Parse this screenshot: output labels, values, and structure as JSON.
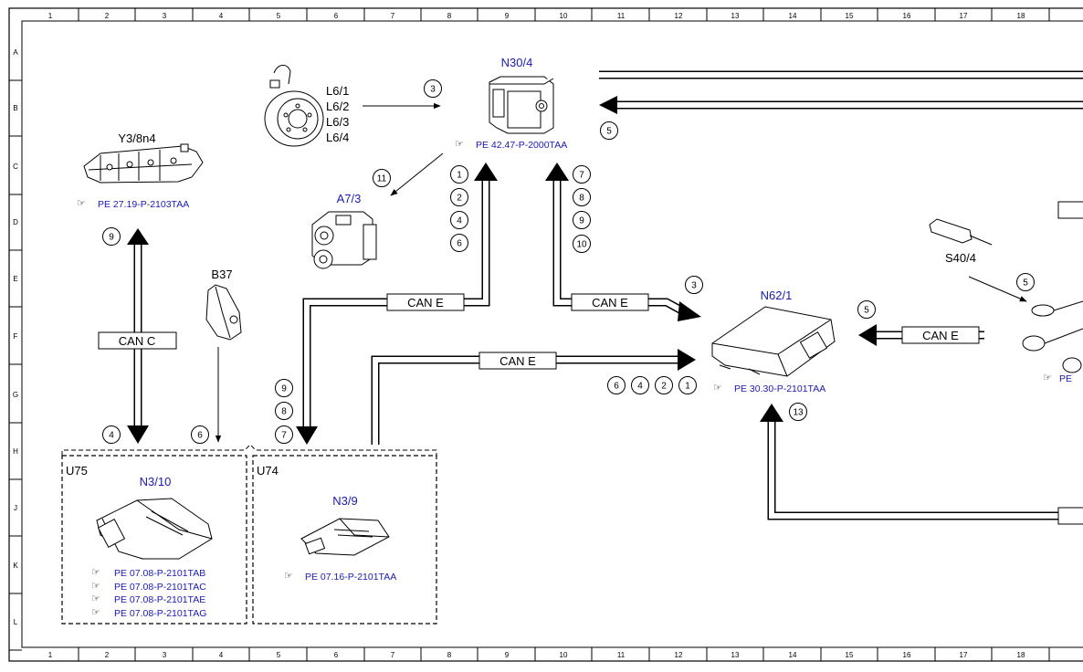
{
  "grid": {
    "cols": [
      "1",
      "2",
      "3",
      "4",
      "5",
      "6",
      "7",
      "8",
      "9",
      "10",
      "11",
      "12",
      "13",
      "14",
      "15",
      "16",
      "17",
      "18"
    ],
    "rows": [
      "A",
      "B",
      "C",
      "D",
      "E",
      "F",
      "G",
      "H",
      "J",
      "K",
      "L"
    ]
  },
  "components": {
    "y3": {
      "label": "Y3/8n4",
      "ref": "PE 27.19-P-2103TAA"
    },
    "wheel": {
      "labels": [
        "L6/1",
        "L6/2",
        "L6/3",
        "L6/4"
      ]
    },
    "n30": {
      "label": "N30/4",
      "ref": "PE 42.47-P-2000TAA"
    },
    "a7": {
      "label": "A7/3"
    },
    "b37": {
      "label": "B37"
    },
    "s40": {
      "label": "S40/4"
    },
    "n62": {
      "label": "N62/1",
      "ref": "PE 30.30-P-2101TAA"
    },
    "u75": {
      "group": "U75",
      "label": "N3/10",
      "refs": [
        "PE 07.08-P-2101TAB",
        "PE 07.08-P-2101TAC",
        "PE 07.08-P-2101TAE",
        "PE 07.08-P-2101TAG"
      ]
    },
    "u74": {
      "group": "U74",
      "label": "N3/9",
      "ref": "PE 07.16-P-2101TAA"
    },
    "edge_ref": "PE"
  },
  "bus_labels": {
    "can_c": "CAN C",
    "can_e": "CAN E"
  },
  "circles": {
    "c9_left": "9",
    "c4_left": "4",
    "c6_b37": "6",
    "c3_wheel": "3",
    "c11": "11",
    "c5_right": "5",
    "up1": "1",
    "up2": "2",
    "up4": "4",
    "up6": "6",
    "dn7": "7",
    "dn8": "8",
    "dn9": "9",
    "dn10": "10",
    "l9": "9",
    "l8": "8",
    "l7": "7",
    "h6": "6",
    "h4": "4",
    "h2": "2",
    "h1": "1",
    "c3_n62": "3",
    "c5_can": "5",
    "c5_s40": "5",
    "c13": "13"
  },
  "colors": {
    "link": "#1a1ab4",
    "line": "#000000"
  }
}
